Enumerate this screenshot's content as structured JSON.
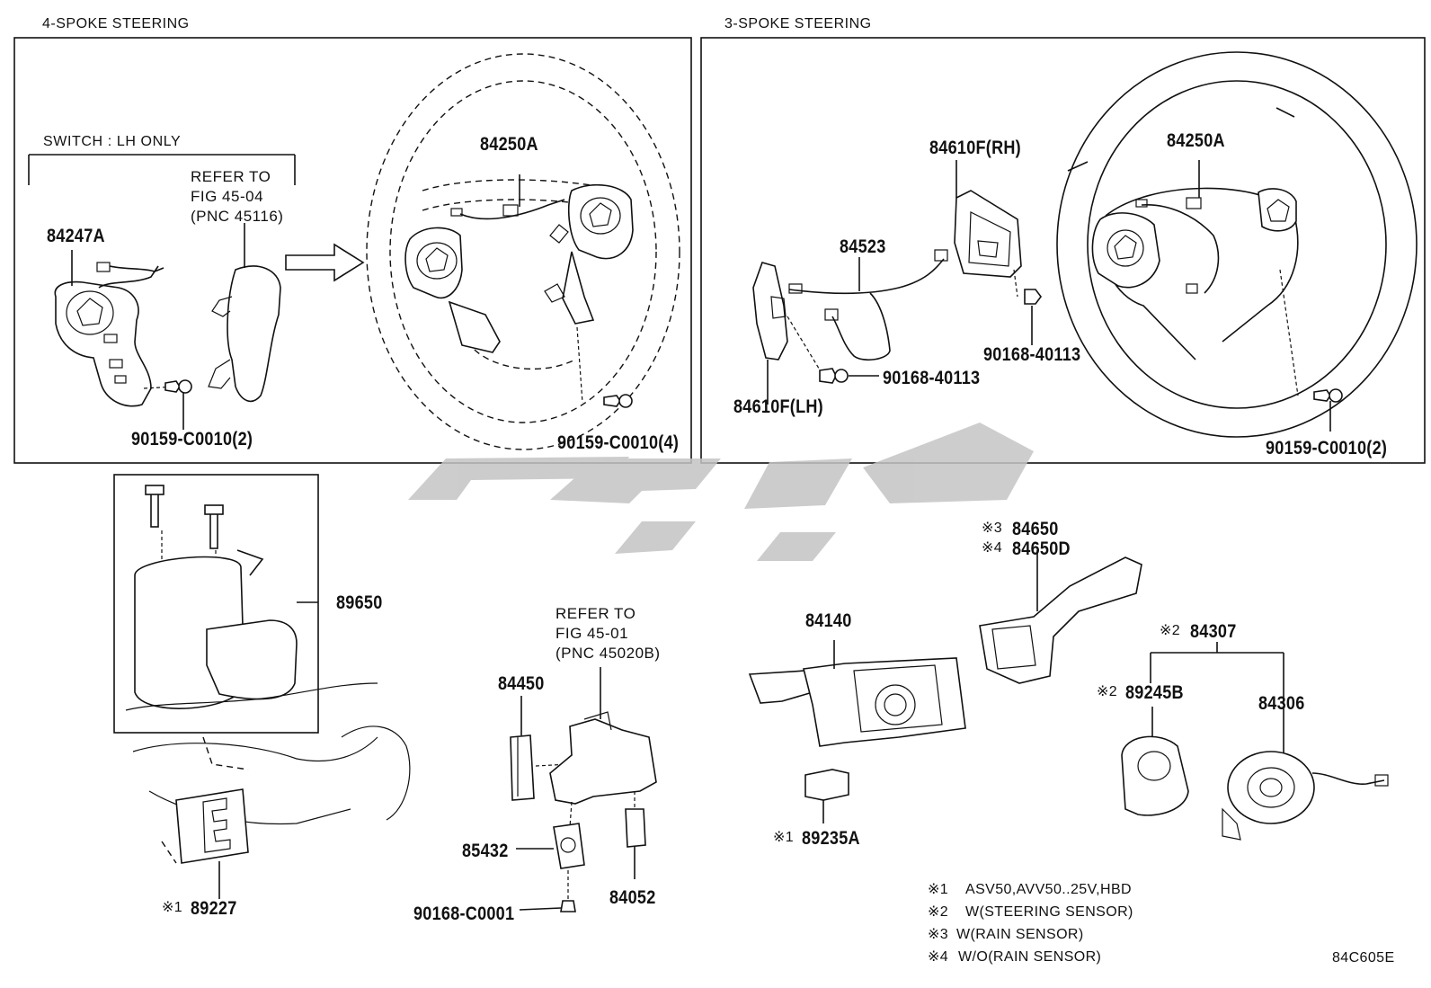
{
  "sections": {
    "four_spoke": "4-SPOKE STEERING",
    "three_spoke": "3-SPOKE STEERING"
  },
  "notes": {
    "switch_lh_only": "SWITCH : LH ONLY",
    "refer_45_04": [
      "REFER TO",
      "FIG 45-04",
      "(PNC 45116)"
    ],
    "refer_45_01": [
      "REFER TO",
      "FIG 45-01",
      "(PNC 45020B)"
    ]
  },
  "parts": {
    "p84247A": "84247A",
    "p84250A_4": "84250A",
    "p90159_4sp_2": "90159-C0010(2)",
    "p90159_4sp_4": "90159-C0010(4)",
    "p84610F_RH": "84610F(RH)",
    "p84250A_3": "84250A",
    "p84523": "84523",
    "p90168_40113_a": "90168-40113",
    "p90168_40113_b": "90168-40113",
    "p84610F_LH": "84610F(LH)",
    "p90159_3sp_2": "90159-C0010(2)",
    "p89650": "89650",
    "p89227": "89227",
    "p89227_mark": "※1",
    "p84450": "84450",
    "p85432": "85432",
    "p90168_C0001": "90168-C0001",
    "p84052": "84052",
    "p84140": "84140",
    "p89235A": "89235A",
    "p89235A_mark": "※1",
    "p84650": "84650",
    "p84650_mark": "※3",
    "p84650D": "84650D",
    "p84650D_mark": "※4",
    "p84307": "84307",
    "p84307_mark": "※2",
    "p89245B": "89245B",
    "p89245B_mark": "※2",
    "p84306": "84306"
  },
  "legend": [
    {
      "mark": "※1",
      "text": "ASV50,AVV50..25V,HBD"
    },
    {
      "mark": "※2",
      "text": "W(STEERING SENSOR)"
    },
    {
      "mark": "※3",
      "text": "W(RAIN SENSOR)"
    },
    {
      "mark": "※4",
      "text": "W/O(RAIN SENSOR)"
    }
  ],
  "diagram_code": "84C605E",
  "colors": {
    "line": "#111111",
    "watermark": "#c4c4c4"
  },
  "watermark_logo": "lettered-logo-watermark"
}
